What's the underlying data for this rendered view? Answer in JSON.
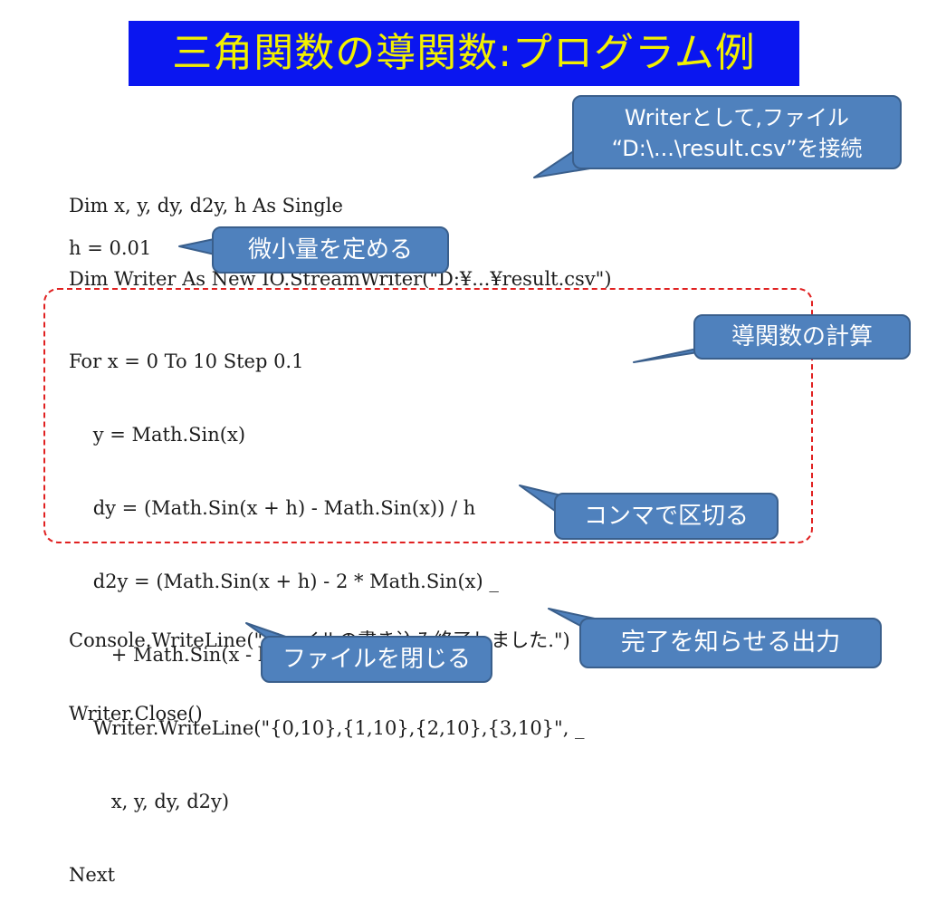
{
  "slide": {
    "title": "三角関数の導関数:プログラム例"
  },
  "code": {
    "declare_lines": [
      "Dim x, y, dy, d2y, h As Single",
      "Dim Writer As New IO.StreamWriter(\"D:¥...¥result.csv\")"
    ],
    "h_line": "h = 0.01",
    "loop_lines": [
      "For x = 0 To 10 Step 0.1",
      "    y = Math.Sin(x)",
      "    dy = (Math.Sin(x + h) - Math.Sin(x)) / h",
      "    d2y = (Math.Sin(x + h) - 2 * Math.Sin(x) _",
      "       + Math.Sin(x - h)) / h ^ 2",
      "    Writer.WriteLine(\"{0,10},{1,10},{2,10},{3,10}\", _",
      "       x, y, dy, d2y)",
      "Next"
    ],
    "end_lines": [
      "Console.WriteLine(\"ファイルの書き込み終了しました.\")",
      "Writer.Close()"
    ]
  },
  "callouts": {
    "writer_line1": "Writerとして,ファイル",
    "writer_line2": "“D:\\...\\result.csv”を接続",
    "small_amount": "微小量を定める",
    "derivative_calc": "導関数の計算",
    "comma_separate": "コンマで区切る",
    "completion_output": "完了を知らせる出力",
    "close_file": "ファイルを閉じる"
  },
  "colors": {
    "title_background": "#0a16f0",
    "title_text": "#f2f000",
    "callout_fill": "#4f81bd",
    "dashed_border": "#e02020"
  }
}
